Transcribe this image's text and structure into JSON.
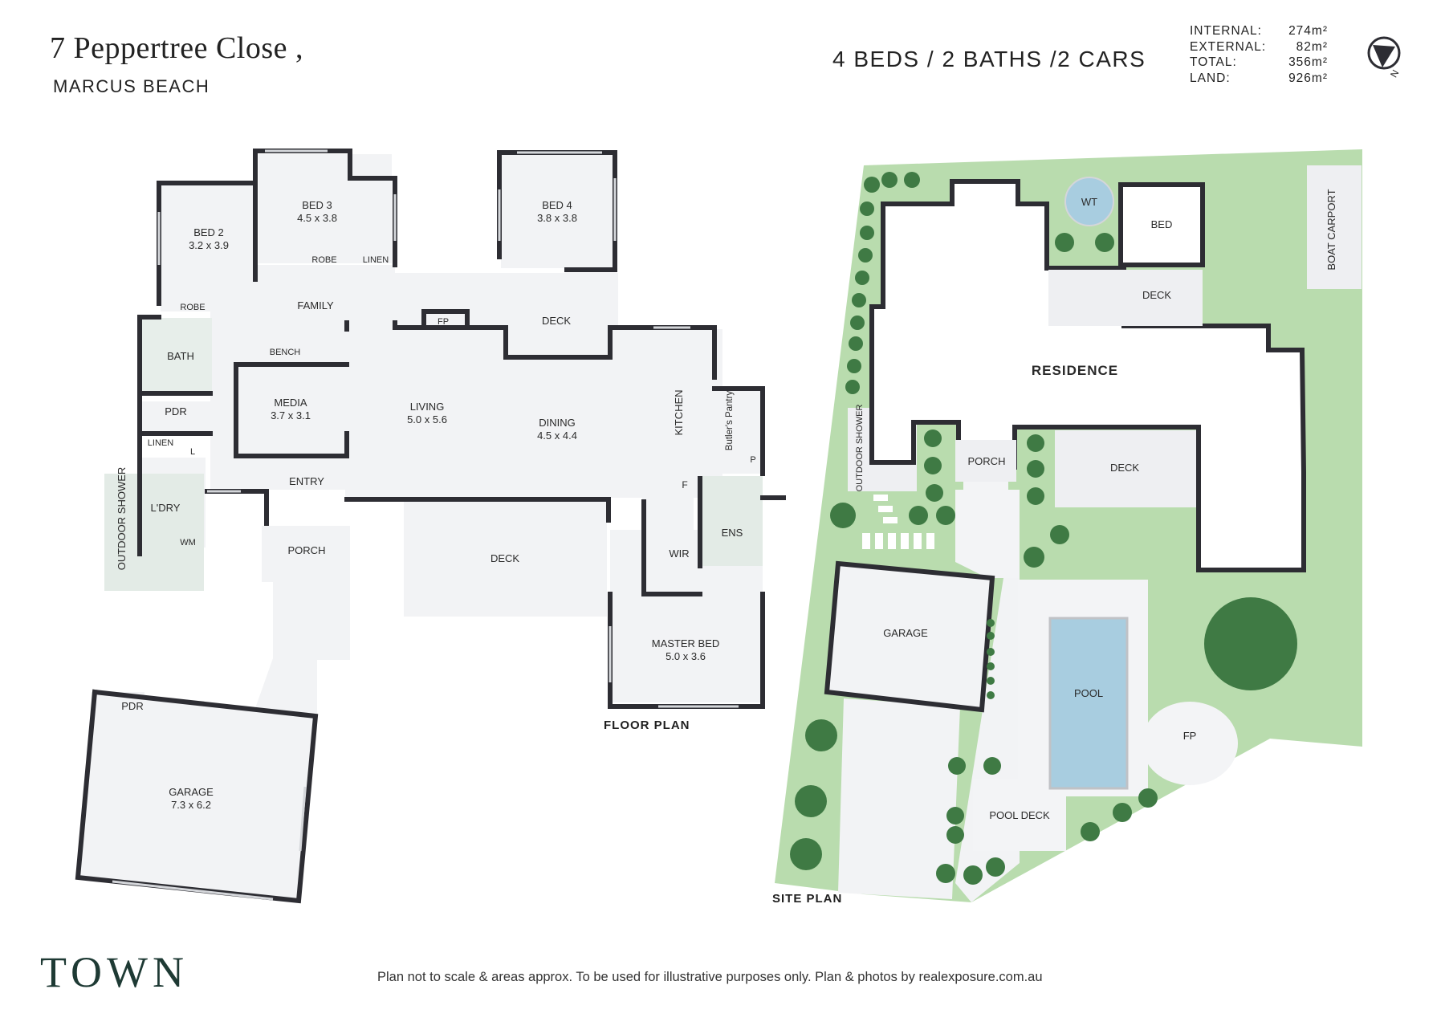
{
  "header": {
    "address": "7 Peppertree Close ,",
    "suburb": "MARCUS BEACH",
    "spec": "4 BEDS / 2 BATHS /2 CARS"
  },
  "areas": [
    {
      "label": "INTERNAL:",
      "value": "274m²"
    },
    {
      "label": "EXTERNAL:",
      "value": "82m²"
    },
    {
      "label": "TOTAL:",
      "value": "356m²"
    },
    {
      "label": "LAND:",
      "value": "926m²"
    }
  ],
  "compass": {
    "label": "N"
  },
  "floor_plan": {
    "caption": "FLOOR PLAN",
    "rooms": {
      "bed2": {
        "name": "BED 2",
        "size": "3.2 x 3.9"
      },
      "bed3": {
        "name": "BED 3",
        "size": "4.5 x 3.8"
      },
      "bed4": {
        "name": "BED 4",
        "size": "3.8 x 3.8"
      },
      "robe1": "ROBE",
      "robe2": "ROBE",
      "linen1": "LINEN",
      "linen2": "LINEN",
      "family": "FAMILY",
      "bath": "BATH",
      "bench": "BENCH",
      "media": {
        "name": "MEDIA",
        "size": "3.7 x 3.1"
      },
      "pdr1": "PDR",
      "l": "L",
      "ldry": "L'DRY",
      "wm": "WM",
      "outdoor_shower": "OUTDOOR SHOWER",
      "entry": "ENTRY",
      "porch": "PORCH",
      "living": {
        "name": "LIVING",
        "size": "5.0 x 5.6"
      },
      "dining": {
        "name": "DINING",
        "size": "4.5 x 4.4"
      },
      "fp": "FP",
      "deck_upper": "DECK",
      "kitchen": "KITCHEN",
      "butlers": "Butler's Pantry",
      "p": "P",
      "f": "F",
      "ens": "ENS",
      "wir": "WIR",
      "deck_lower": "DECK",
      "master": {
        "name": "MASTER BED",
        "size": "5.0 x 3.6"
      },
      "pdr2": "PDR",
      "garage": {
        "name": "GARAGE",
        "size": "7.3 x 6.2"
      }
    }
  },
  "site_plan": {
    "caption": "SITE PLAN",
    "labels": {
      "wt": "WT",
      "bed": "BED",
      "deck1": "DECK",
      "residence": "RESIDENCE",
      "boat_carport": "BOAT CARPORT",
      "outdoor_shower": "OUTDOOR SHOWER",
      "porch": "PORCH",
      "deck2": "DECK",
      "garage": "GARAGE",
      "pool": "POOL",
      "fp": "FP",
      "pool_deck": "POOL DECK"
    }
  },
  "footer": {
    "logo": "TOWN",
    "disclaimer": "Plan not to scale & areas approx. To be used for illustrative purposes only. Plan & photos by realexposure.com.au"
  },
  "colors": {
    "wall": "#2d2d33",
    "floor": "#f2f3f5",
    "wet_area": "#e3ebe6",
    "lawn": "#b9dcae",
    "pool": "#a8cde0",
    "brand": "#1e3a34"
  }
}
